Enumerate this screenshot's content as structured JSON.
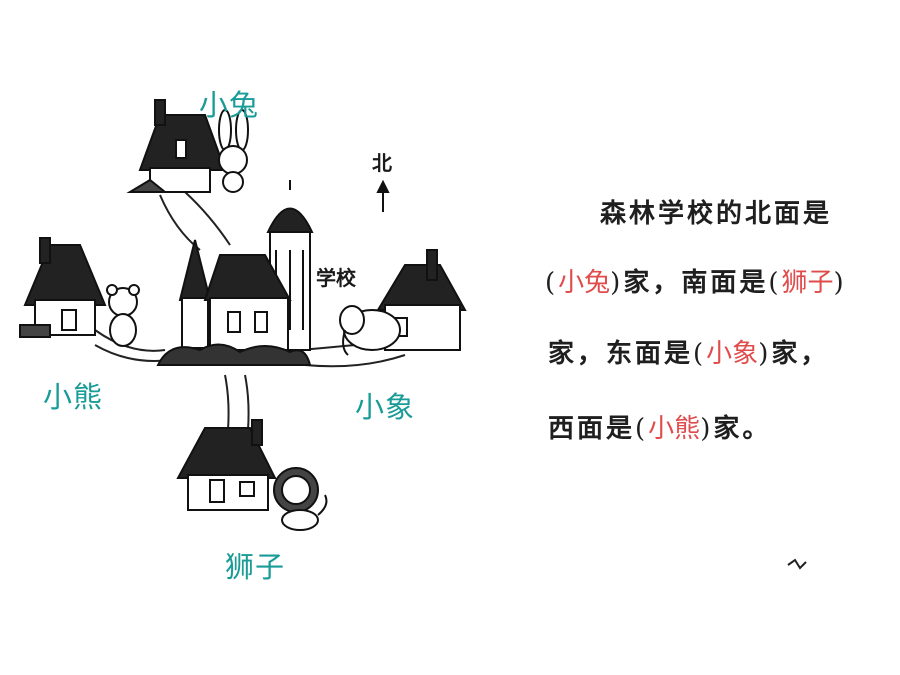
{
  "map": {
    "north_label": "北",
    "school_label": "学校",
    "animal_labels": {
      "rabbit": "小兔",
      "bear": "小熊",
      "elephant": "小象",
      "lion": "狮子"
    }
  },
  "text": {
    "line1": "森林学校的北面是",
    "line2_after_ans1": "家，南面是",
    "line3_after_ans3": "家，",
    "line3_prefix": "家，东面是",
    "line4_prefix": "西面是",
    "line4_suffix": "家。",
    "answers": {
      "north": "小兔",
      "south": "狮子",
      "east": "小象",
      "west": "小熊"
    },
    "paren_open": "(",
    "paren_close": ")"
  },
  "colors": {
    "label_teal": "#199b97",
    "answer_red": "#e04b4b",
    "ink": "#1f1f1f"
  }
}
